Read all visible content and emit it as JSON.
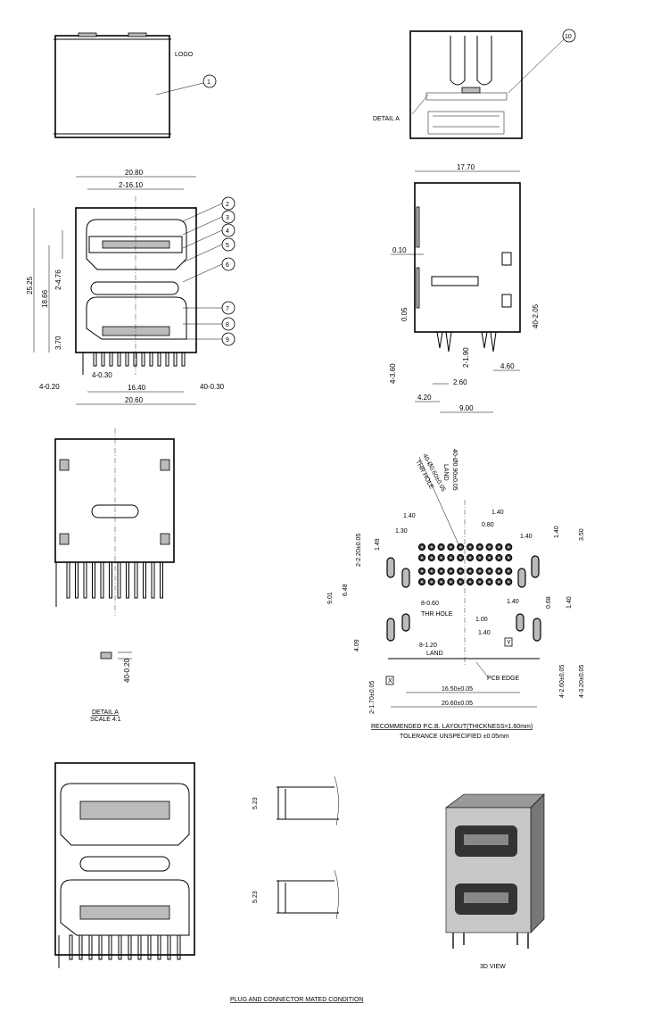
{
  "top_view": {
    "logo": "LOGO",
    "callout_1": "1"
  },
  "bottom_view": {
    "callout_10": "10",
    "detail_label": "DETAIL A"
  },
  "front_view": {
    "dims": {
      "width_top": "20.80",
      "port_width": "2-16.10",
      "height": "25.25",
      "height_inner": "18.66",
      "port_height": "2-4.76",
      "bottom_offset": "3.70",
      "pin_width": "4-0.30",
      "pin_small": "4-0.20",
      "pin_span": "16.40",
      "signal_pin": "40-0.30",
      "width_bottom": "20.60"
    },
    "callouts": [
      "2",
      "3",
      "4",
      "5",
      "6",
      "7",
      "8",
      "9"
    ]
  },
  "side_view": {
    "dims": {
      "depth": "17.70",
      "gap": "0.10",
      "standoff": "0.05",
      "pin_len": "40-2.05",
      "tail_len": "4-3.60",
      "peg": "2-1.90",
      "pitch_a": "2.60",
      "pitch_b": "4.60",
      "front_off": "4.20",
      "row_span": "9.00"
    }
  },
  "detail_a": {
    "dim": "40-0.20",
    "title": "DETAIL A",
    "scale": "SCALE 4:1"
  },
  "pcb_layout": {
    "land_dia": "40-Ø0.90±0.05",
    "land_label": "LAND",
    "hole_dia": "40-Ø0.60±0.05",
    "hole_label": "THR HOLE",
    "dims": {
      "d140a": "1.40",
      "d130": "1.30",
      "d140b": "1.40",
      "d080": "0.80",
      "d140c": "1.40",
      "d220": "2-2.20±0.05",
      "d149": "1.49",
      "d901": "9.01",
      "d648": "6.48",
      "d409": "4.09",
      "d170": "2-1.70±0.05",
      "d140r": "1.40",
      "d350": "3.50",
      "d068": "0.68",
      "d140r2": "1.40",
      "d260": "4-2.60±0.05",
      "d320": "4-3.20±0.05",
      "d060": "8-0.60",
      "thr_hole": "THR HOLE",
      "d100": "1.00",
      "d140d": "1.40",
      "d140e": "1.40",
      "d120": "8-1.20",
      "land": "LAND",
      "d1650": "16.50±0.05",
      "d2060": "20.60±0.05"
    },
    "datum_x": "X",
    "datum_y": "Y",
    "pcb_edge": "PCB EDGE",
    "title": "RECOMMENDED P.C.B. LAYOUT(THICKNESS=1.60mm)",
    "tolerance": "TOLERANCE UNSPECIFIED ±0.05mm"
  },
  "mated": {
    "dim_top": "5.23",
    "dim_bottom": "5.23",
    "title": "PLUG AND CONNECTOR MATED CONDITION"
  },
  "view_3d": {
    "label": "3D VIEW"
  }
}
